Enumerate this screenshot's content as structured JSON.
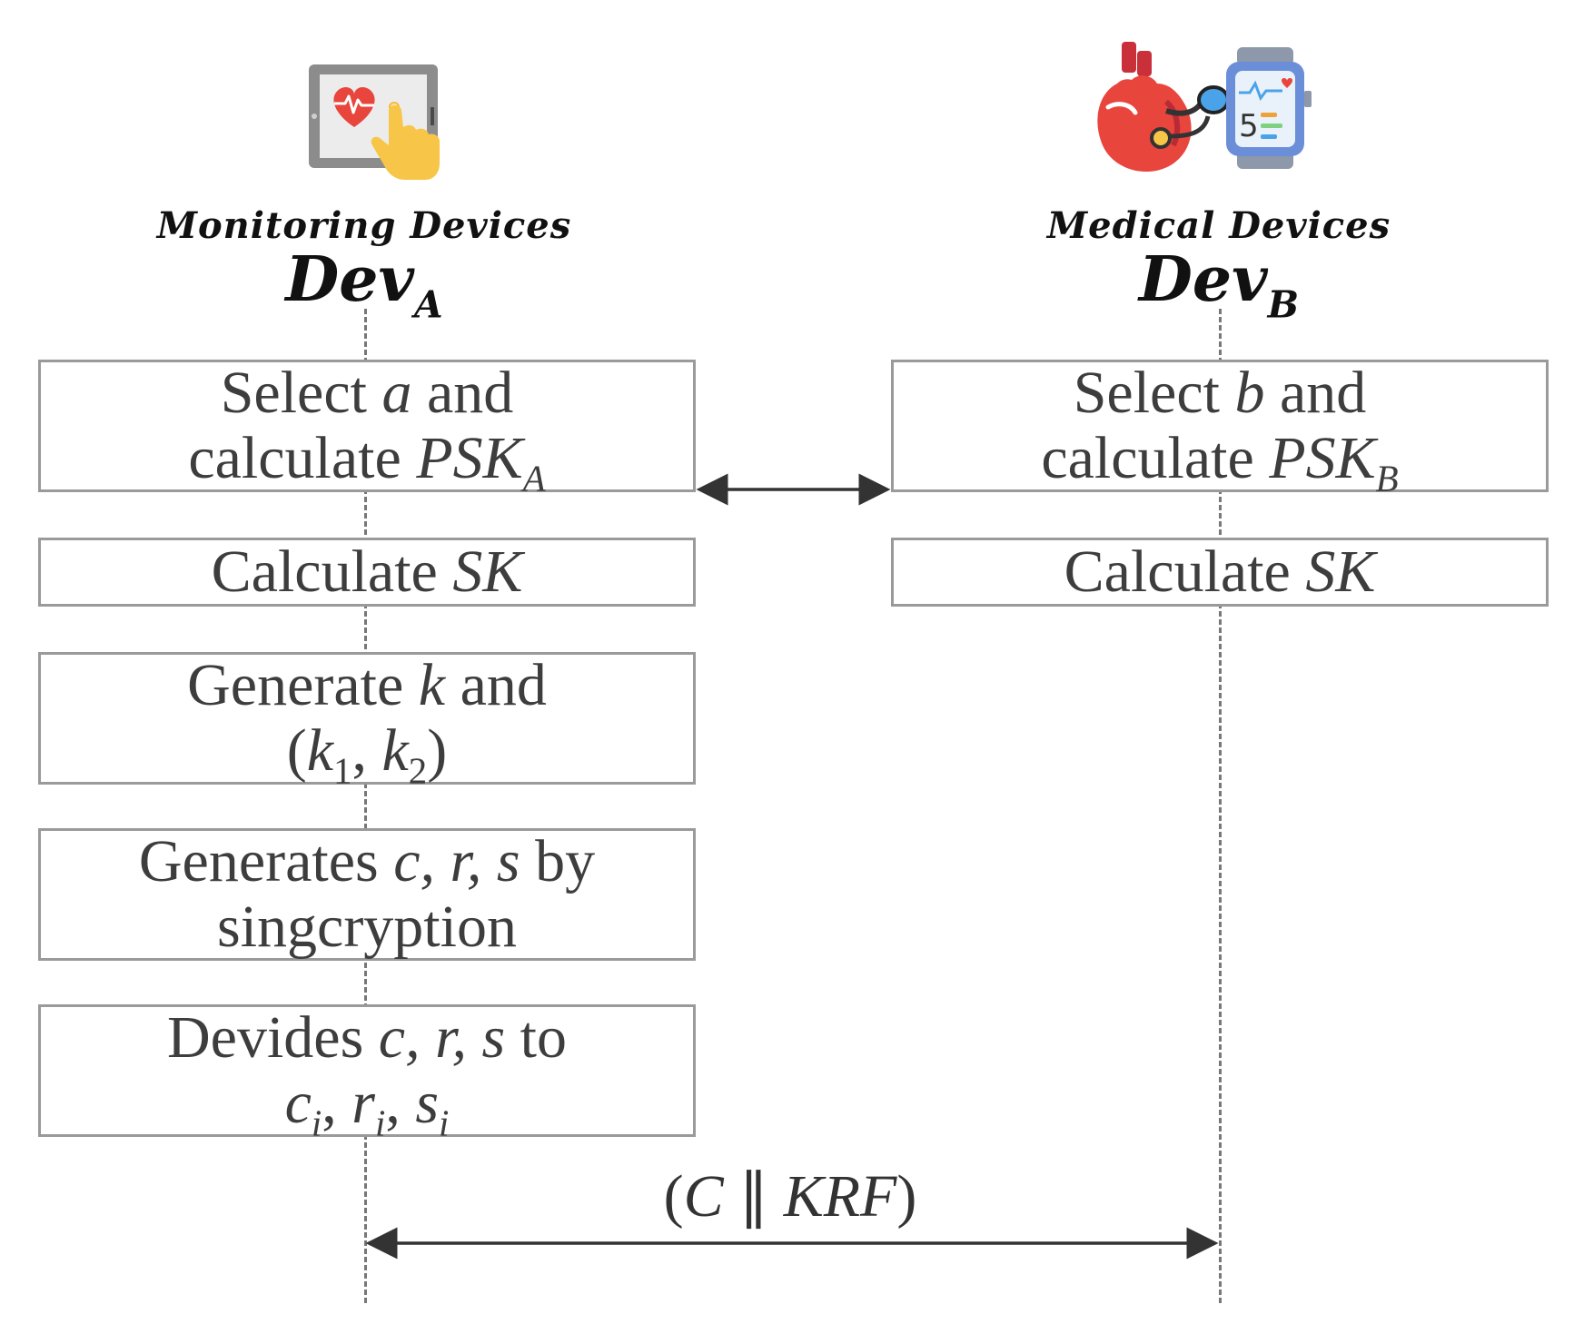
{
  "left": {
    "role": "Monitoring Devices",
    "name": "Dev",
    "name_sub": "A",
    "icon": "tablet-heart-touch-icon"
  },
  "right": {
    "role": "Medical Devices",
    "name": "Dev",
    "name_sub": "B",
    "icon": "heart-smartwatch-icon"
  },
  "steps_left": [
    {
      "l1_pre": "Select ",
      "l1_var": "a",
      "l1_post": " and",
      "l2_pre": "calculate ",
      "l2_var": "PSK",
      "l2_sub": "A"
    },
    {
      "pre": "Calculate ",
      "var": "SK"
    },
    {
      "l1_pre": "Generate ",
      "l1_var": "k",
      "l1_post": " and",
      "l2_open": "(",
      "l2_v1": "k",
      "l2_s1": "1",
      "l2_sep": ", ",
      "l2_v2": "k",
      "l2_s2": "2",
      "l2_close": ")"
    },
    {
      "l1_pre": "Generates ",
      "l1_var": "c, r, s",
      "l1_post": " by",
      "l2": "singcryption"
    },
    {
      "l1_pre": "Devides ",
      "l1_var": "c, r, s",
      "l1_post": " to",
      "v1": "c",
      "s1": "i",
      "sep1": ", ",
      "v2": "r",
      "s2": "i",
      "sep2": ", ",
      "v3": "s",
      "s3": "i"
    }
  ],
  "steps_right": [
    {
      "l1_pre": "Select ",
      "l1_var": "b",
      "l1_post": " and",
      "l2_pre": "calculate ",
      "l2_var": "PSK",
      "l2_sub": "B"
    },
    {
      "pre": "Calculate ",
      "var": "SK"
    }
  ],
  "message": {
    "open": "(",
    "var1": "C",
    "sep": " ∥ ",
    "var2": "KRF",
    "close": ")"
  },
  "colors": {
    "box_border": "#9a9a9a",
    "lifeline": "#777777",
    "arrow": "#333333",
    "heart": "#e8453c",
    "hand": "#f7c548",
    "watch": "#6a8fd8"
  }
}
